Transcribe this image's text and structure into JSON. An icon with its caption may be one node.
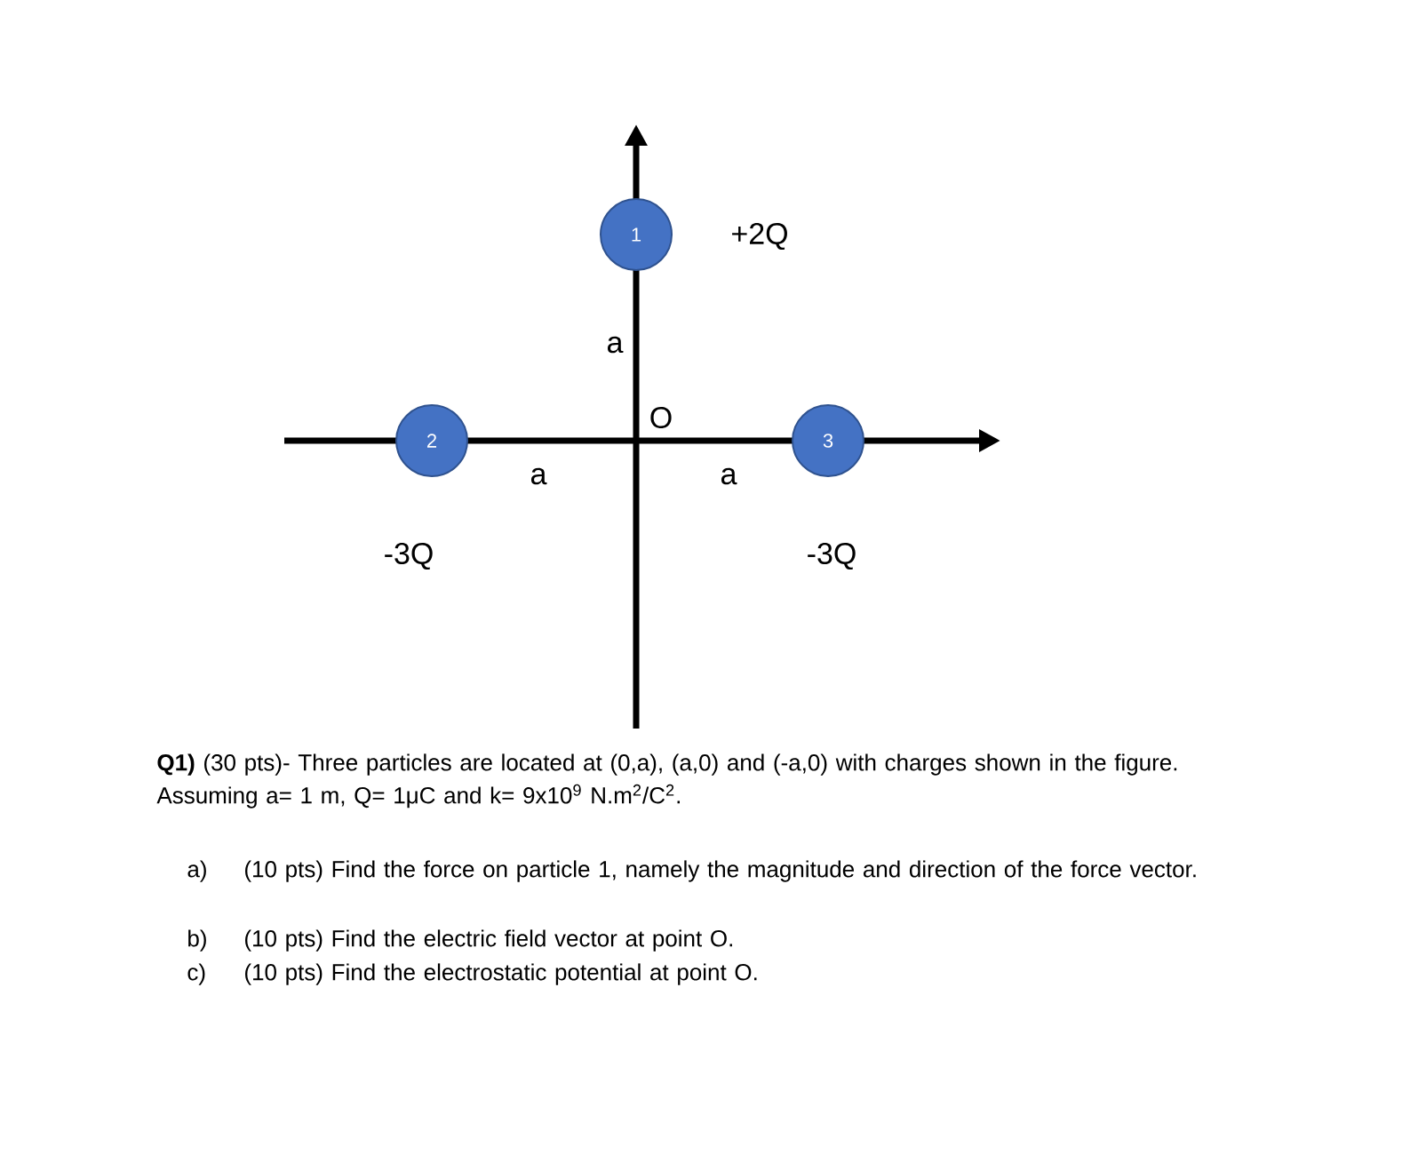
{
  "diagram": {
    "nodes": [
      {
        "text": [
          "1"
        ],
        "beside": [
          "+2Q"
        ]
      },
      {
        "text": [
          "2"
        ],
        "beside": [
          "-3Q"
        ]
      },
      {
        "text": [
          "3"
        ],
        "beside": [
          "-3Q"
        ]
      }
    ],
    "edges": [],
    "labels": [
      "a",
      "O",
      "a",
      "a",
      "**Q1)** (30 pts)- Three particles are located at (0,a), (a,0) and (-a,0) with charges shown in the figure. Assuming a= 1 m, Q= 1μC and k= 9x10$^{9}$ N.m$^{2}$/C$^{2}$.",
      "a)",
      "(10 pts) Find the force on particle 1, namely the magnitude and direction of the force vector.",
      "b)",
      "(10 pts) Find the electric field vector at point O.",
      "c)",
      "(10 pts) Find the electrostatic potential at point O."
    ]
  }
}
